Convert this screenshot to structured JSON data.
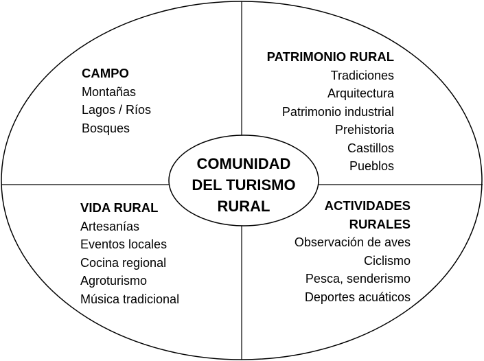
{
  "center": {
    "lines": [
      "COMUNIDAD",
      "DEL TURISMO",
      "RURAL"
    ]
  },
  "quadrants": {
    "campo": {
      "title": "CAMPO",
      "items": [
        "Montañas",
        "Lagos / Ríos",
        "Bosques"
      ]
    },
    "patrimonio": {
      "title": "PATRIMONIO RURAL",
      "items": [
        "Tradiciones",
        "Arquitectura",
        "Patrimonio industrial",
        "Prehistoria",
        "Castillos",
        "Pueblos"
      ]
    },
    "vida": {
      "title": "VIDA RURAL",
      "items": [
        "Artesanías",
        "Eventos locales",
        "Cocina regional",
        "Agroturismo",
        "Música tradicional"
      ]
    },
    "actividades": {
      "title_lines": [
        "ACTIVIDADES",
        "RURALES"
      ],
      "items": [
        "Observación de aves",
        "Ciclismo",
        "Pesca, senderismo",
        "Deportes acuáticos"
      ]
    }
  }
}
